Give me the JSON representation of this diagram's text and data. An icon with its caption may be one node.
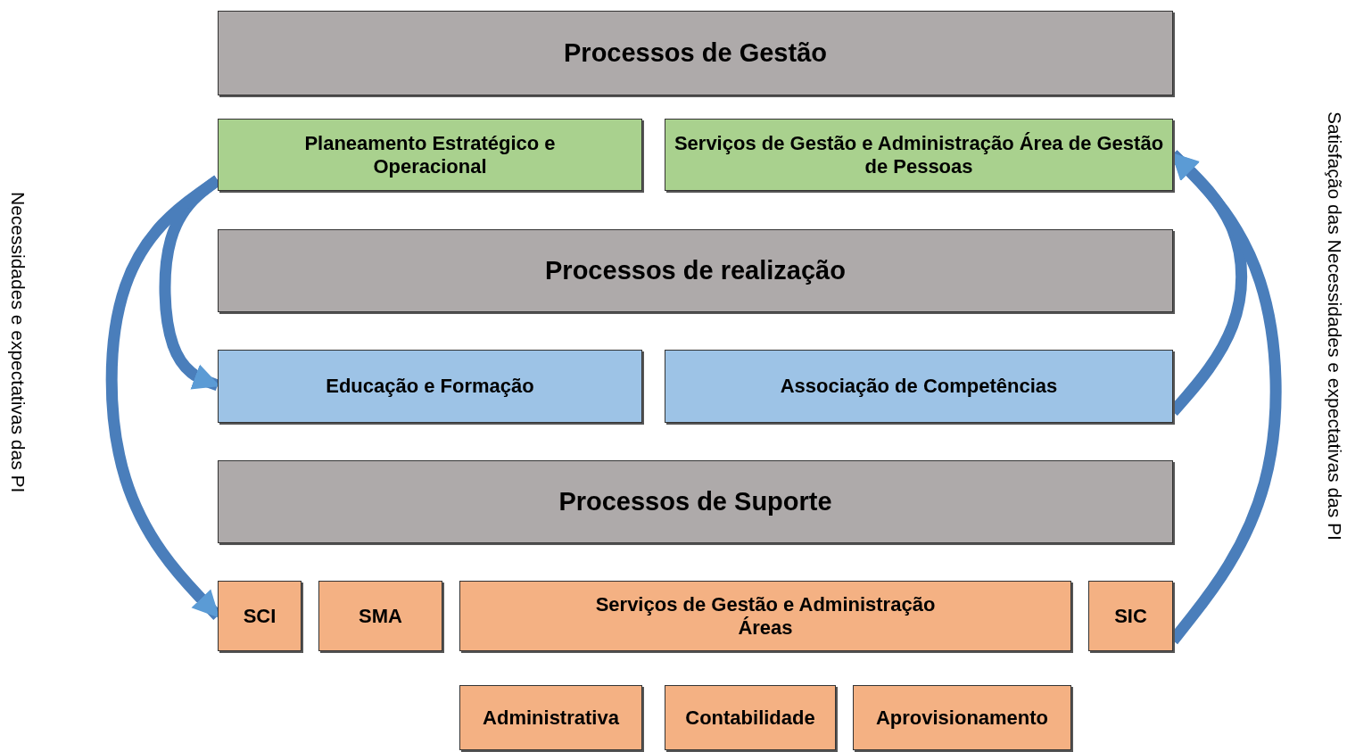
{
  "diagram": {
    "nodes": [
      {
        "text": [
          "Processos de Gestão"
        ]
      },
      {
        "text": [
          "Planeamento Estratégico e Operacional"
        ]
      },
      {
        "text": [
          "Serviços de Gestão e Administração  Área de Gestão de Pessoas"
        ]
      },
      {
        "text": [
          "Processos de realização"
        ]
      },
      {
        "text": [
          "Educação e Formação"
        ]
      },
      {
        "text": [
          "Associação de Competências"
        ]
      },
      {
        "text": [
          "Processos de Suporte"
        ]
      },
      {
        "text": [
          "SCI"
        ]
      },
      {
        "text": [
          "SMA"
        ]
      },
      {
        "text": [
          "Serviços de Gestão e Administração Áreas"
        ]
      },
      {
        "text": [
          "SIC"
        ]
      },
      {
        "text": [
          "Administrativa"
        ]
      },
      {
        "text": [
          "Contabilidade"
        ]
      },
      {
        "text": [
          "Aprovisionamento"
        ]
      }
    ],
    "edges": [
      {
        "from": 1,
        "to": 4,
        "arrow": "to"
      },
      {
        "from": 1,
        "to": 7,
        "arrow": "to"
      },
      {
        "from": 5,
        "to": 2,
        "arrow": "to"
      },
      {
        "from": 10,
        "to": 2,
        "arrow": "to"
      }
    ],
    "labels": [
      "Necessidades e expectativas das PI",
      "Satisfação das Necessidades e expectativas das PI"
    ]
  }
}
